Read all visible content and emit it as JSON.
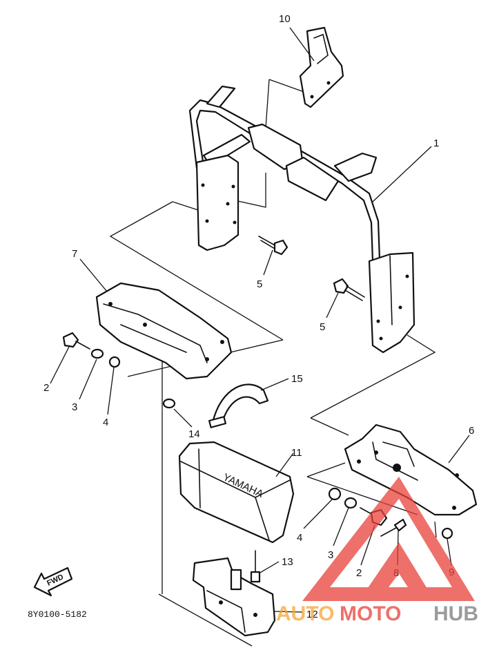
{
  "diagram": {
    "drawing_code": "8Y0100-5182",
    "direction_label": "FWD",
    "callouts": [
      {
        "id": "callout-10",
        "text": "10"
      },
      {
        "id": "callout-1",
        "text": "1"
      },
      {
        "id": "callout-7",
        "text": "7"
      },
      {
        "id": "callout-5a",
        "text": "5"
      },
      {
        "id": "callout-5b",
        "text": "5"
      },
      {
        "id": "callout-2a",
        "text": "2"
      },
      {
        "id": "callout-3a",
        "text": "3"
      },
      {
        "id": "callout-4a",
        "text": "4"
      },
      {
        "id": "callout-15",
        "text": "15"
      },
      {
        "id": "callout-14",
        "text": "14"
      },
      {
        "id": "callout-11",
        "text": "11"
      },
      {
        "id": "callout-6",
        "text": "6"
      },
      {
        "id": "callout-4b",
        "text": "4"
      },
      {
        "id": "callout-3b",
        "text": "3"
      },
      {
        "id": "callout-2b",
        "text": "2"
      },
      {
        "id": "callout-8",
        "text": "8"
      },
      {
        "id": "callout-9",
        "text": "9"
      },
      {
        "id": "callout-13",
        "text": "13"
      },
      {
        "id": "callout-12",
        "text": "12"
      }
    ],
    "tank_emblem": "YAMAHA"
  },
  "watermark": {
    "word_part1": "AUTO",
    "word_part2": "MOTO",
    "word_part3": "HUB",
    "color_red": "#e8413a",
    "color_orange": "#f7a530",
    "color_gray": "#7a7a7a"
  }
}
